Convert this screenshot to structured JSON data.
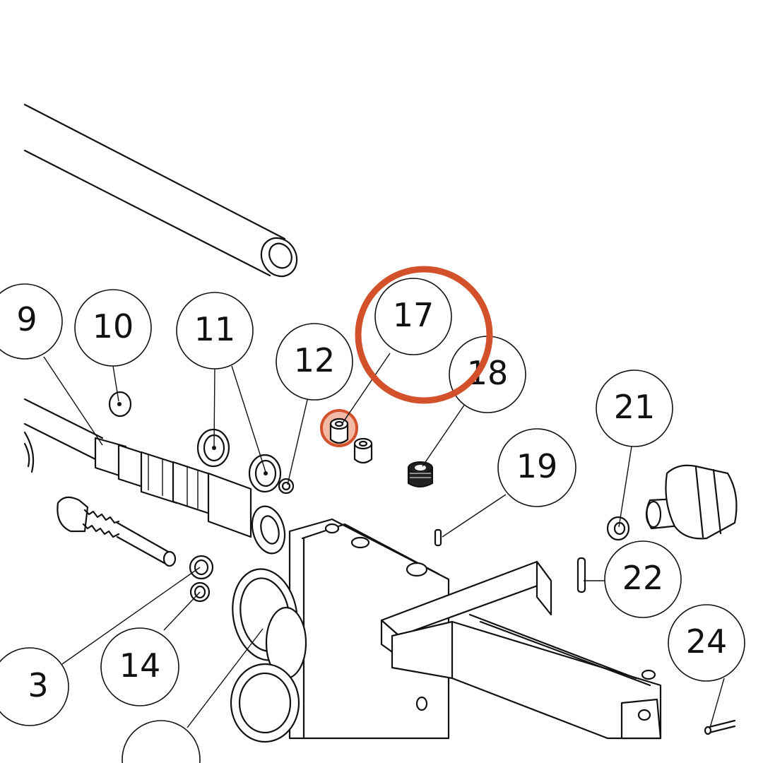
{
  "diagram": {
    "callouts": [
      {
        "id": "c9",
        "label": "9"
      },
      {
        "id": "c10",
        "label": "10"
      },
      {
        "id": "c11",
        "label": "11"
      },
      {
        "id": "c12",
        "label": "12"
      },
      {
        "id": "c17",
        "label": "17"
      },
      {
        "id": "c18",
        "label": "18"
      },
      {
        "id": "c19",
        "label": "19"
      },
      {
        "id": "c21",
        "label": "21"
      },
      {
        "id": "c22",
        "label": "22"
      },
      {
        "id": "c24",
        "label": "24"
      },
      {
        "id": "c13",
        "label": "3"
      },
      {
        "id": "c14",
        "label": "14"
      }
    ],
    "highlight": {
      "target": "17",
      "color": "#d2502a",
      "fill": "#f1b9a6"
    }
  }
}
